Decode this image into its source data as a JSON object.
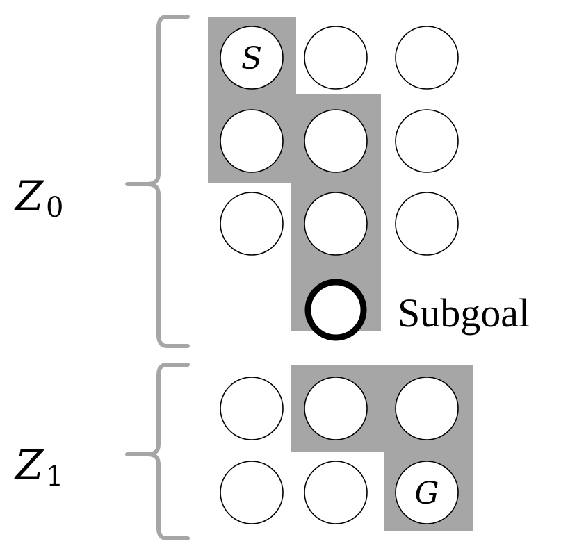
{
  "labels": {
    "start": "S",
    "goal": "G",
    "subgoal": "Subgoal",
    "z0_main": "Z",
    "z0_sub": "0",
    "z1_main": "Z",
    "z1_sub": "1"
  },
  "colors": {
    "path_fill": "#a6a6a6",
    "brace": "#a6a6a6",
    "node_stroke": "#000000",
    "node_fill": "#ffffff"
  }
}
